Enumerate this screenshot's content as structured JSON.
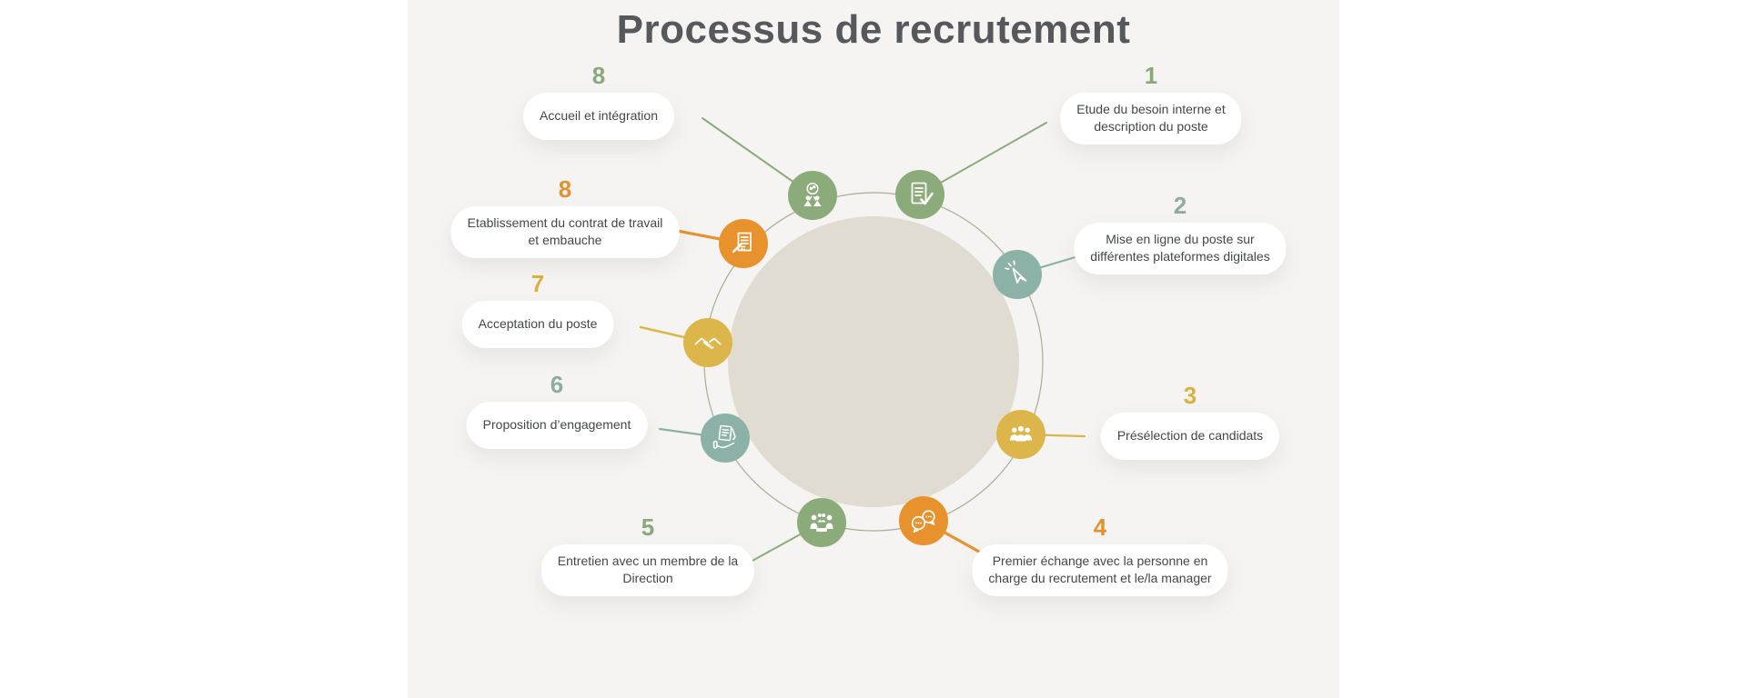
{
  "title": "Processus de recrutement",
  "colors": {
    "green": "#8cab7b",
    "teal": "#8cb2a7",
    "yellow": "#dcb64b",
    "orange": "#e8922d",
    "panel_background": "#f5f4f2",
    "outer_background": "#ffffff",
    "center_circle": "#e0dcd1",
    "ring_line": "#a7ae94",
    "title_text": "#57585b",
    "label_text": "#43474a"
  },
  "steps": [
    {
      "number": "1",
      "color": "green",
      "icon": "clipboard-check-icon",
      "label_lines": [
        "Etude du besoin interne et",
        "description du poste"
      ]
    },
    {
      "number": "2",
      "color": "teal",
      "icon": "cursor-click-icon",
      "label_lines": [
        "Mise en ligne du poste sur",
        "différentes plateformes digitales"
      ]
    },
    {
      "number": "3",
      "color": "yellow",
      "icon": "people-group-icon",
      "label_lines": [
        "Présélection de candidats"
      ]
    },
    {
      "number": "4",
      "color": "orange",
      "icon": "chat-bubbles-icon",
      "label_lines": [
        "Premier échange avec la personne en",
        "charge du recrutement et le/la manager"
      ]
    },
    {
      "number": "5",
      "color": "green",
      "icon": "meeting-icon",
      "label_lines": [
        "Entretien avec un membre de la",
        "Direction"
      ]
    },
    {
      "number": "6",
      "color": "teal",
      "icon": "document-hand-icon",
      "label_lines": [
        "Proposition d’engagement"
      ]
    },
    {
      "number": "7",
      "color": "yellow",
      "icon": "handshake-icon",
      "label_lines": [
        "Acceptation du poste"
      ]
    },
    {
      "number": "8",
      "color": "orange",
      "icon": "contract-pen-icon",
      "label_lines": [
        "Etablissement du contrat de travail",
        "et embauche"
      ]
    },
    {
      "number": "8",
      "color": "green",
      "icon": "onboarding-icon",
      "label_lines": [
        "Accueil et intégration"
      ]
    }
  ]
}
